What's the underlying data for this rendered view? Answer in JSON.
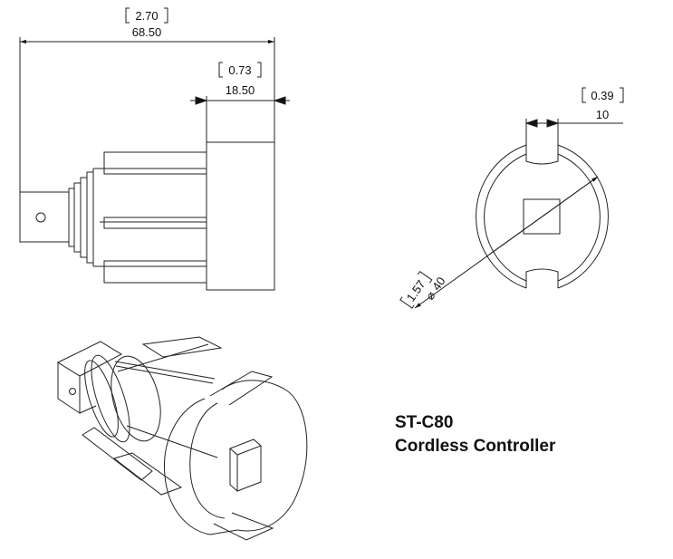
{
  "side_view": {
    "overall_length_in": "2.70",
    "overall_length_mm": "68.50",
    "body_width_in": "0.73",
    "body_width_mm": "18.50"
  },
  "end_view": {
    "slot_width_in": "0.39",
    "slot_width_mm": "10",
    "diameter_in": "1.57",
    "diameter_mm": "40",
    "diameter_symbol": "⌀"
  },
  "title_block": {
    "model": "ST-C80",
    "name": "Cordless Controller"
  }
}
